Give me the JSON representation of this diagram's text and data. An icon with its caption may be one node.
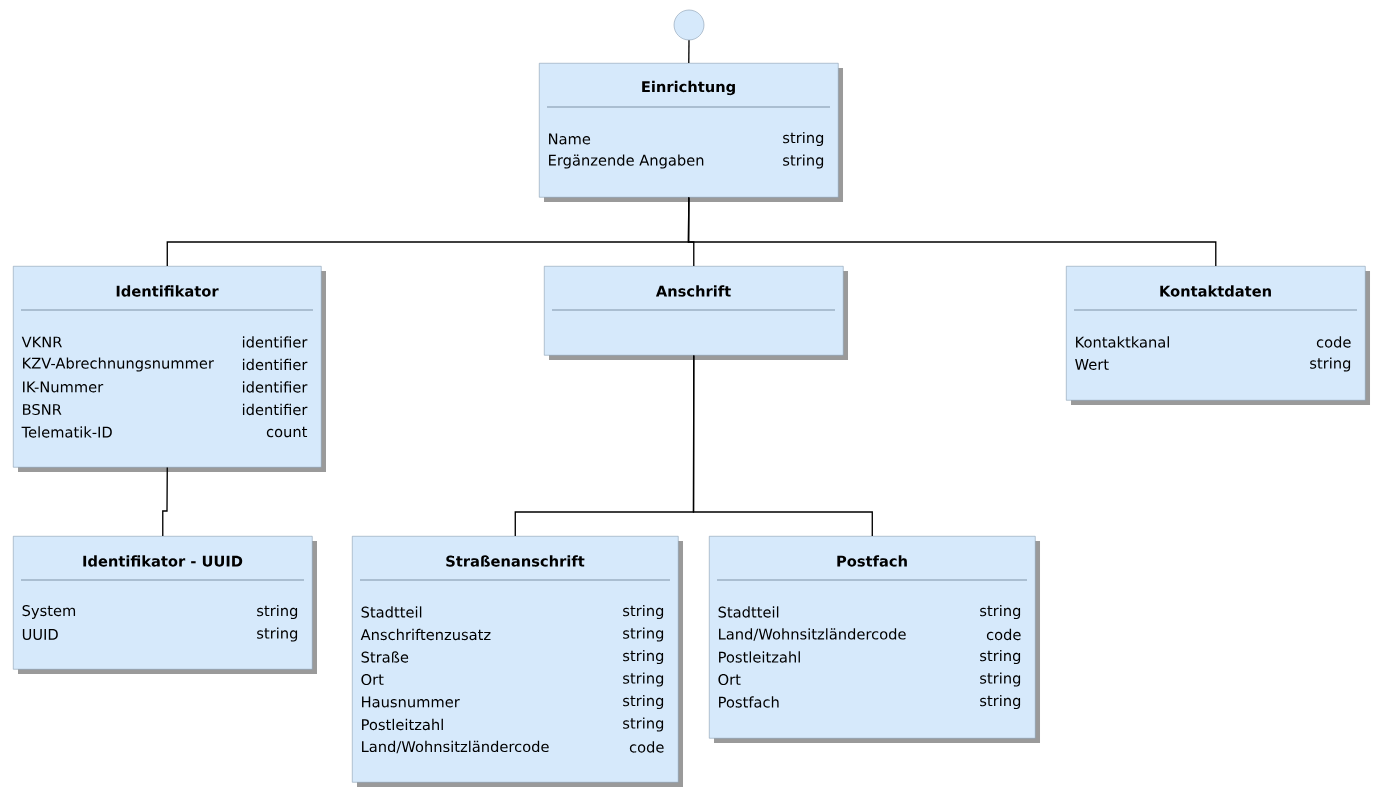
{
  "diagram": {
    "nodes": [
      {
        "text": [],
        "shape": "circle"
      },
      {
        "text": [
          "Einrichtung",
          "Name",
          "string",
          "Ergänzende Angaben",
          "string"
        ]
      },
      {
        "text": [
          "Identifikator",
          "VKNR",
          "identifier",
          "KZV-Abrechnungsnummer",
          "identifier",
          "IK-Nummer",
          "identifier",
          "BSNR",
          "identifier",
          "Telematik-ID",
          "count"
        ]
      },
      {
        "text": [
          "Anschrift"
        ]
      },
      {
        "text": [
          "Kontaktdaten",
          "Kontaktkanal",
          "code",
          "Wert",
          "string"
        ]
      },
      {
        "text": [
          "Identifikator - UUID",
          "System",
          "string",
          "UUID",
          "string"
        ]
      },
      {
        "text": [
          "Straßenanschrift",
          "Stadtteil",
          "string",
          "Anschriftenzusatz",
          "string",
          "Straße",
          "string",
          "Ort",
          "string",
          "Hausnummer",
          "string",
          "Postleitzahl",
          "string",
          "Land/Wohnsitzländercode",
          "code"
        ]
      },
      {
        "text": [
          "Postfach",
          "Stadtteil",
          "string",
          "Land/Wohnsitzländercode",
          "code",
          "Postleitzahl",
          "string",
          "Ort",
          "string",
          "Postfach",
          "string"
        ]
      }
    ],
    "edges": [
      {
        "from": 0,
        "to": 1,
        "arrow": "none"
      },
      {
        "from": 1,
        "to": 2,
        "arrow": "none"
      },
      {
        "from": 1,
        "to": 3,
        "arrow": "none"
      },
      {
        "from": 1,
        "to": 4,
        "arrow": "none"
      },
      {
        "from": 2,
        "to": 5,
        "arrow": "none"
      },
      {
        "from": 3,
        "to": 6,
        "arrow": "none"
      },
      {
        "from": 3,
        "to": 7,
        "arrow": "none"
      }
    ]
  }
}
